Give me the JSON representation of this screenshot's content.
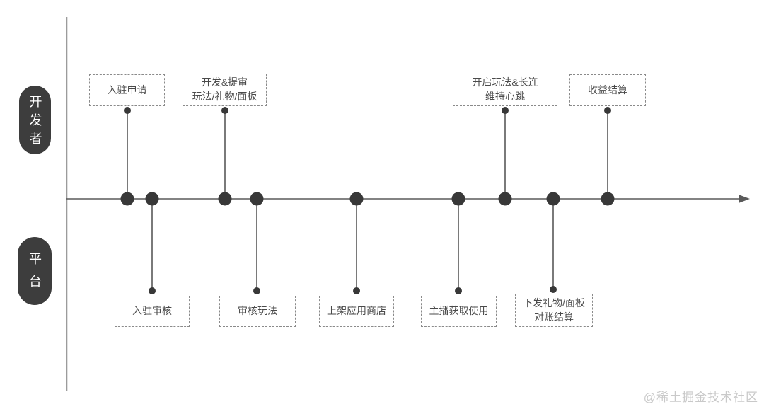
{
  "diagram": {
    "type": "swimlane-timeline",
    "lanes": [
      {
        "id": "developer",
        "label": "开发者"
      },
      {
        "id": "platform",
        "label": "平台"
      }
    ],
    "nodes": {
      "developer": [
        {
          "label": "入驻申请"
        },
        {
          "label": "开发&提审\n玩法/礼物/面板"
        },
        {
          "label": "开启玩法&长连\n维持心跳"
        },
        {
          "label": "收益结算"
        }
      ],
      "platform": [
        {
          "label": "入驻审核"
        },
        {
          "label": "审核玩法"
        },
        {
          "label": "上架应用商店"
        },
        {
          "label": "主播获取使用"
        },
        {
          "label": "下发礼物/面板\n对账结算"
        }
      ]
    },
    "colors": {
      "pill_bg": "#3d3d3d",
      "pill_text": "#ffffff",
      "box_border": "#8a8a8a",
      "box_text": "#4a4a4a",
      "connector": "#4f4f4f",
      "axis": "#9b9b9b",
      "dot": "#383838",
      "watermark": "#c9c9c9",
      "background": "#ffffff"
    }
  },
  "watermark": {
    "text": "@稀土掘金技术社区"
  }
}
